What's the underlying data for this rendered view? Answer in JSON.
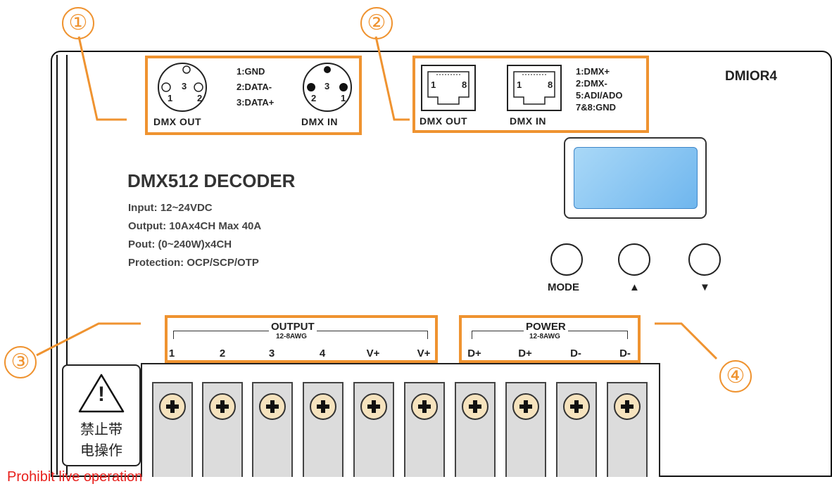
{
  "callouts": [
    "①",
    "②",
    "③",
    "④"
  ],
  "xlr": {
    "out_label": "DMX  OUT",
    "in_label": "DMX  IN",
    "pins": [
      "1:GND",
      "2:DATA-",
      "3:DATA+"
    ],
    "pin_numbers": [
      "1",
      "2",
      "3"
    ]
  },
  "rj45": {
    "out_label": "DMX  OUT",
    "in_label": "DMX  IN",
    "pins": [
      "1:DMX+",
      "2:DMX-",
      "5:ADI/ADO",
      "7&8:GND"
    ],
    "pin_numbers": [
      "1",
      "8"
    ]
  },
  "model": "DMIOR4",
  "title": "DMX512  DECODER",
  "specs": [
    "Input:  12~24VDC",
    "Output: 10Ax4CH  Max 40A",
    "Pout: (0~240W)x4CH",
    "Protection: OCP/SCP/OTP"
  ],
  "buttons": [
    {
      "label": "MODE"
    },
    {
      "label": "▲"
    },
    {
      "label": "▼"
    }
  ],
  "output_group": {
    "title": "OUTPUT",
    "awg": "12-8AWG",
    "terminals": [
      "1",
      "2",
      "3",
      "4",
      "V+",
      "V+"
    ]
  },
  "power_group": {
    "title": "POWER",
    "awg": "12-8AWG",
    "terminals": [
      "D+",
      "D+",
      "D-",
      "D-"
    ]
  },
  "warning": {
    "symbol": "!",
    "cn_line1": "禁止带",
    "cn_line2": "电操作",
    "en": "Prohibit live operation"
  },
  "colors": {
    "accent_orange": "#ef9330",
    "warning_red": "#e8201c",
    "lcd_blue": "#6fb6ee",
    "screw_cream": "#f6e3be"
  }
}
